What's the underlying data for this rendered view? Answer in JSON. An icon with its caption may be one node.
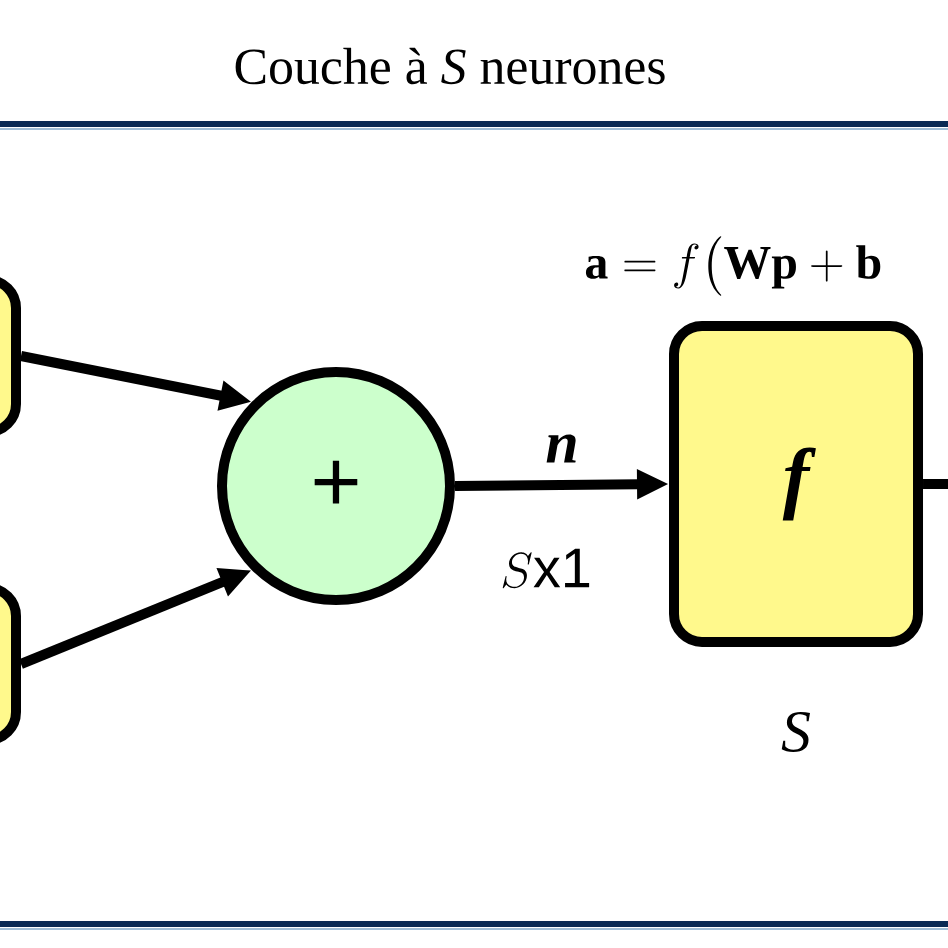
{
  "diagram": {
    "title": "Couche à *S* neurones",
    "nodes": [
      {
        "text": [],
        "shape": "box"
      },
      {
        "text": [],
        "shape": "box"
      },
      {
        "text": [
          "+"
        ]
      },
      {
        "text": [
          "f"
        ],
        "beside": [
          "S"
        ]
      }
    ],
    "edges": [
      {
        "from": 0,
        "to": 2,
        "arrow": "to"
      },
      {
        "from": 1,
        "to": 2,
        "arrow": "to"
      },
      {
        "from": 2,
        "to": 3,
        "arrow": "to",
        "label": "n"
      },
      {
        "from": 3,
        "to": null,
        "arrow": "none"
      }
    ],
    "labels": [
      "S\\text{x1}",
      "\\mathbf{a}=f\\big(\\mathbf{Wp}+\\mathbf{b}"
    ]
  }
}
